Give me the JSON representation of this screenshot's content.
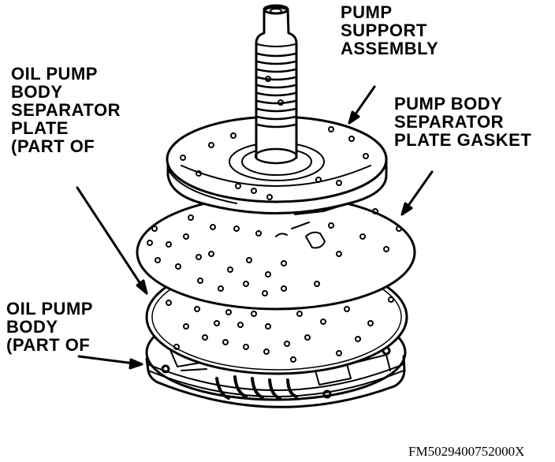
{
  "labels": {
    "pump_support_assembly": [
      "PUMP",
      "SUPPORT",
      "ASSEMBLY"
    ],
    "oil_pump_body_separator_plate": [
      "OIL PUMP",
      "BODY",
      "SEPARATOR",
      "PLATE",
      "(PART OF"
    ],
    "pump_body_separator_plate_gasket": [
      "PUMP BODY",
      "SEPARATOR",
      "PLATE GASKET"
    ],
    "oil_pump_body": [
      "OIL PUMP",
      "BODY",
      "(PART OF"
    ]
  },
  "figure_code": "FM5029400752000X"
}
